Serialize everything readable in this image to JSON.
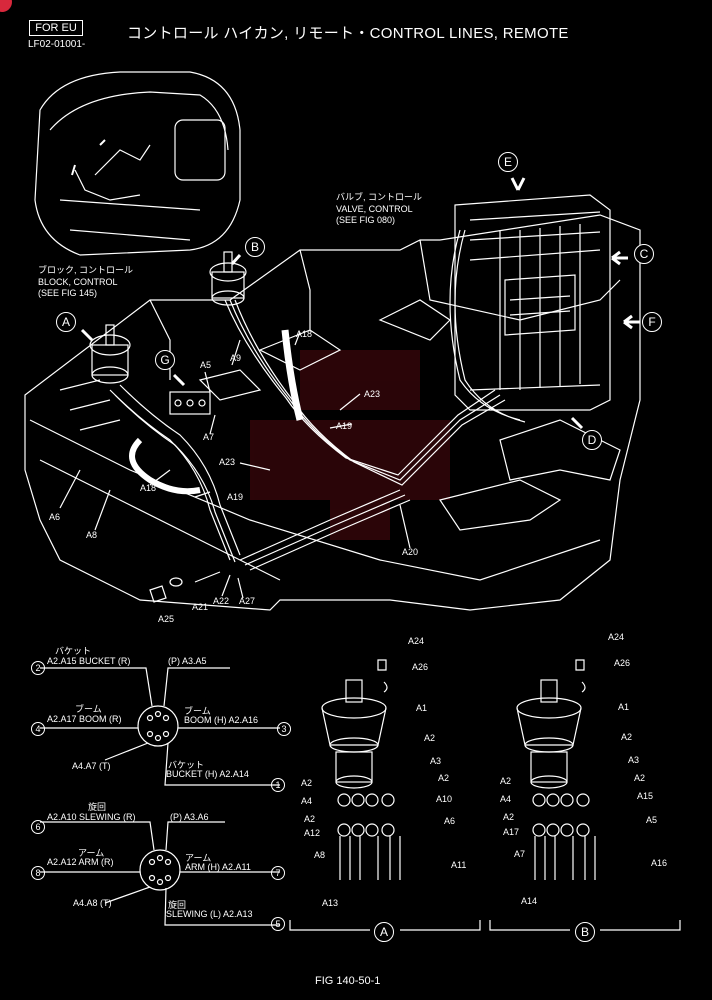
{
  "header": {
    "badge": "FOR EU",
    "code": "LF02-01001-",
    "title": "コントロール ハイカン, リモート・CONTROL LINES, REMOTE"
  },
  "footer": {
    "figure": "FIG 140-50-1"
  },
  "callouts": {
    "valve_jp": "バルブ, コントロール",
    "valve_en": "VALVE, CONTROL",
    "valve_ref": "(SEE FIG 080)",
    "block_jp": "ブロック, コントロール",
    "block_en": "BLOCK, CONTROL",
    "block_ref": "(SEE FIG 145)"
  },
  "view_letters": {
    "A": "A",
    "B": "B",
    "C": "C",
    "D": "D",
    "E": "E",
    "F": "F",
    "G": "G"
  },
  "main_parts": {
    "a5": "A5",
    "a7": "A7",
    "a6": "A6",
    "a8": "A8",
    "a9": "A9",
    "a18a": "A18",
    "a18b": "A18",
    "a19a": "A19",
    "a19b": "A19",
    "a20": "A20",
    "a21": "A21",
    "a22": "A22",
    "a23a": "A23",
    "a23b": "A23",
    "a25": "A25",
    "a27": "A27"
  },
  "port_diagram_1": {
    "bucket_r_jp": "バケット",
    "bucket_r": "A2.A15 BUCKET (R)",
    "p": "(P) A3.A5",
    "boom_r_jp": "ブーム",
    "boom_r": "A2.A17 BOOM (R)",
    "boom_h_jp": "ブーム",
    "boom_h": "BOOM (H) A2.A16",
    "t": "A4.A7 (T)",
    "bucket_h_jp": "バケット",
    "bucket_h": "BUCKET (H) A2.A14",
    "n2": "2",
    "n4": "4",
    "n3": "3",
    "n1": "1"
  },
  "port_diagram_2": {
    "slewing_r_jp": "旋回",
    "slewing_r": "A2.A10 SLEWING (R)",
    "p": "(P) A3.A6",
    "arm_r_jp": "アーム",
    "arm_r": "A2.A12 ARM (R)",
    "arm_h_jp": "アーム",
    "arm_h": "ARM (H) A2.A11",
    "t": "A4.A8 (T)",
    "slewing_l_jp": "旋回",
    "slewing_l": "SLEWING (L) A2.A13",
    "n6": "6",
    "n8": "8",
    "n7": "7",
    "n5": "5"
  },
  "detail_A": {
    "label": "A",
    "parts": [
      "A24",
      "A26",
      "A1",
      "A2",
      "A3",
      "A2",
      "A2",
      "A4",
      "A10",
      "A2",
      "A6",
      "A12",
      "A8",
      "A11",
      "A13"
    ]
  },
  "detail_B": {
    "label": "B",
    "parts": [
      "A24",
      "A26",
      "A1",
      "A2",
      "A3",
      "A2",
      "A2",
      "A4",
      "A15",
      "A2",
      "A5",
      "A17",
      "A7",
      "A16",
      "A14"
    ]
  }
}
